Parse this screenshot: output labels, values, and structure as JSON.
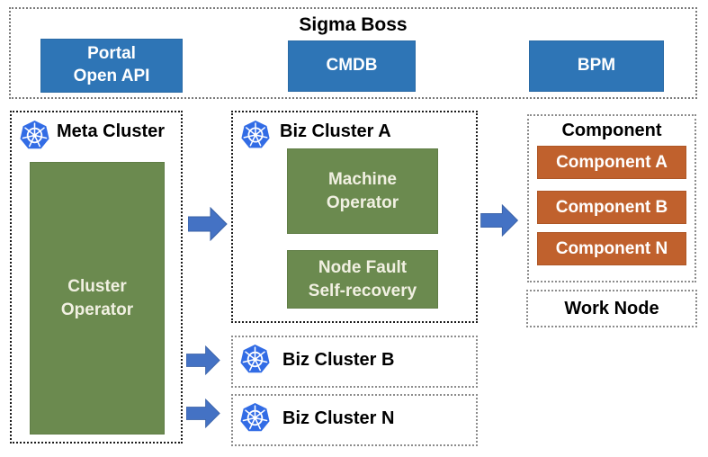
{
  "colors": {
    "box_blue": "#2E75B6",
    "box_green": "#6B8A4F",
    "box_orange": "#C0612D",
    "arrow_blue": "#4472C4",
    "kubernetes_blue": "#326CE5",
    "title_text": "#000000",
    "box_text": "#FFFFFF"
  },
  "sigma_boss": {
    "title": "Sigma Boss",
    "portal_label": "Portal\nOpen API",
    "cmdb_label": "CMDB",
    "bpm_label": "BPM"
  },
  "meta_cluster": {
    "title": "Meta Cluster",
    "icon": "kubernetes-icon",
    "operator_label": "Cluster\nOperator"
  },
  "biz_cluster_a": {
    "title": "Biz Cluster A",
    "icon": "kubernetes-icon",
    "machine_operator_label": "Machine\nOperator",
    "node_fault_label": "Node Fault\nSelf-recovery"
  },
  "biz_cluster_b": {
    "title": "Biz Cluster B",
    "icon": "kubernetes-icon"
  },
  "biz_cluster_n": {
    "title": "Biz Cluster N",
    "icon": "kubernetes-icon"
  },
  "component": {
    "title": "Component",
    "items": [
      "Component A",
      "Component B",
      "Component N"
    ]
  },
  "work_node": {
    "title": "Work Node"
  },
  "arrows": [
    "meta-to-biz-a",
    "biz-a-to-component",
    "meta-to-biz-b",
    "meta-to-biz-n"
  ]
}
